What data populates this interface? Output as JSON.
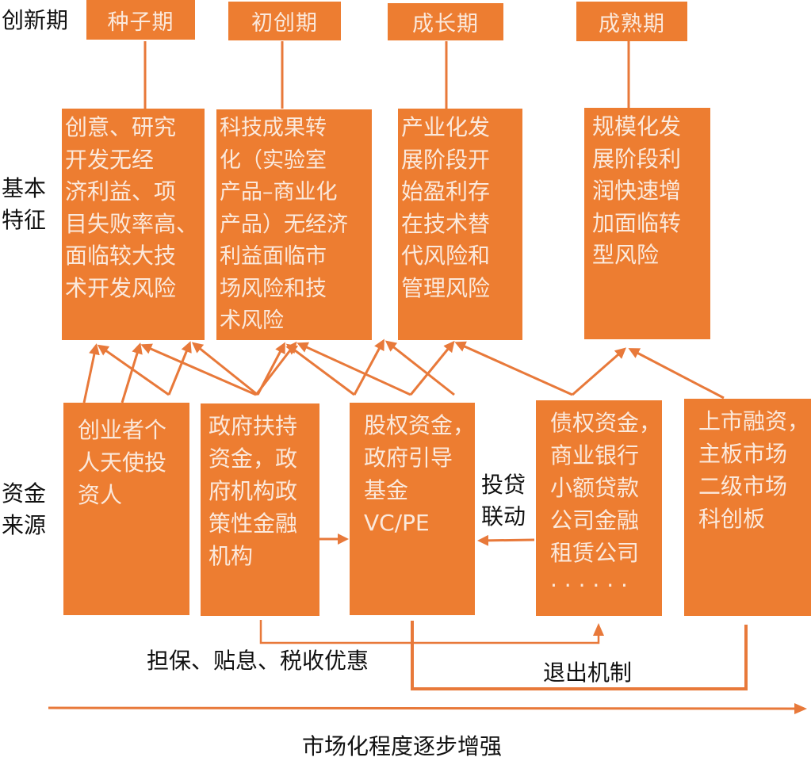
{
  "row_labels": {
    "stage": "创新期",
    "features": "基本\n特征",
    "funding": "资金\n来源"
  },
  "stages": [
    {
      "label": "种子期"
    },
    {
      "label": "初创期"
    },
    {
      "label": "成长期"
    },
    {
      "label": "成熟期"
    }
  ],
  "features": [
    {
      "text": "创意、研究\n开发无经\n济利益、项\n目失败率高、\n面临较大技\n术开发风险"
    },
    {
      "text": "科技成果转\n化（实验室\n产品–商业化\n产品）无经济\n利益面临市\n场风险和技\n术风险"
    },
    {
      "text": "产业化发\n展阶段开\n始盈利存\n在技术替\n代风险和\n管理风险"
    },
    {
      "text": "规模化发\n展阶段利\n润快速增\n加面临转\n型风险"
    }
  ],
  "funding": [
    {
      "text": "创业者个\n人天使投\n资人"
    },
    {
      "text": "政府扶持\n资金，政\n府机构政\n策性金融\n机构"
    },
    {
      "text": "股权资金，\n政府引导\n基金\nVC/PE"
    },
    {
      "text": "债权资金，\n商业银行\n小额贷款\n公司金融\n租赁公司\n· · · · · ·"
    },
    {
      "text": "上市融资，\n主板市场\n二级市场\n科创板"
    }
  ],
  "annotations": {
    "invest_loan_link": "投贷\n联动",
    "guarantee": "担保、贴息、税收优惠",
    "exit": "退出机制",
    "market_axis": "市场化程度逐步增强"
  },
  "colors": {
    "box_fill": "#ed7d31",
    "box_text": "#fbe9dc",
    "line": "#e8793a",
    "label_text": "#111111"
  }
}
